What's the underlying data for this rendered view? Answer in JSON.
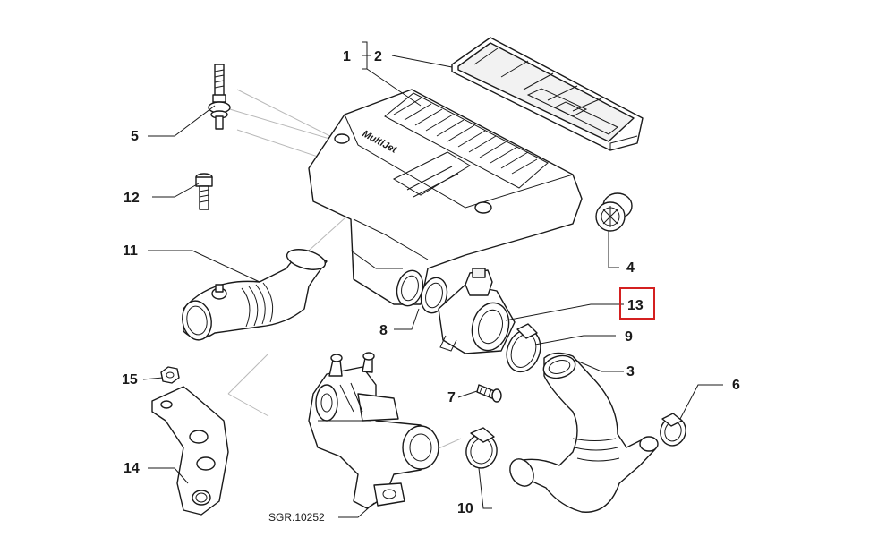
{
  "callouts": [
    {
      "id": "c1",
      "text": "1"
    },
    {
      "id": "c2",
      "text": "2"
    },
    {
      "id": "c3",
      "text": "3"
    },
    {
      "id": "c4",
      "text": "4"
    },
    {
      "id": "c5",
      "text": "5"
    },
    {
      "id": "c6",
      "text": "6"
    },
    {
      "id": "c7",
      "text": "7"
    },
    {
      "id": "c8",
      "text": "8"
    },
    {
      "id": "c9",
      "text": "9"
    },
    {
      "id": "c10",
      "text": "10"
    },
    {
      "id": "c11",
      "text": "11"
    },
    {
      "id": "c12",
      "text": "12"
    },
    {
      "id": "c13",
      "text": "13"
    },
    {
      "id": "c14",
      "text": "14"
    },
    {
      "id": "c15",
      "text": "15"
    }
  ],
  "highlight_callout": "13",
  "highlight_color": "#d42020",
  "engine_cover_logo": "MultiJet",
  "drawing_reference": "SGR.10252"
}
